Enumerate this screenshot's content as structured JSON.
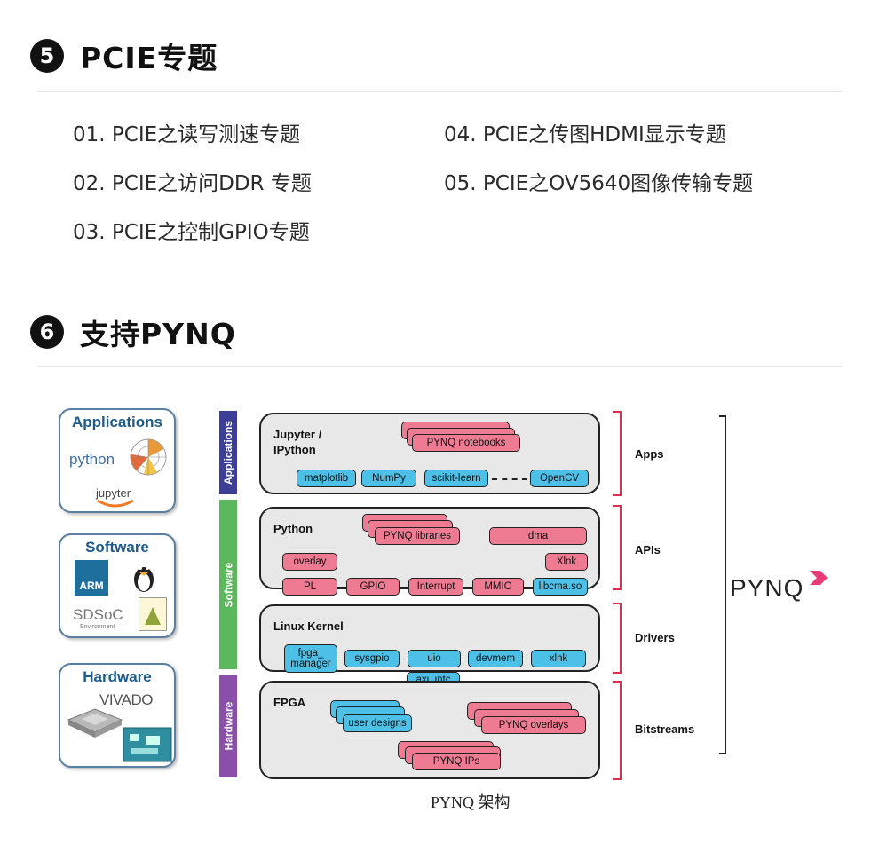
{
  "section5": {
    "number": "5",
    "title": "PCIE专题",
    "topics": [
      "01. PCIE之读写测速专题",
      "02. PCIE之访问DDR 专题",
      "03. PCIE之控制GPIO专题",
      "04. PCIE之传图HDMI显示专题",
      "05. PCIE之OV5640图像传输专题"
    ]
  },
  "section6": {
    "number": "6",
    "title": "支持PYNQ"
  },
  "diagram": {
    "categories": [
      {
        "title": "Applications",
        "logos": [
          "python",
          "jupyter"
        ]
      },
      {
        "title": "Software",
        "logos": [
          "ARM",
          "SDSoC",
          "Environment"
        ]
      },
      {
        "title": "Hardware",
        "logos": [
          "VIVADO"
        ]
      }
    ],
    "side_labels": [
      "Applications",
      "Software",
      "Hardware"
    ],
    "layers": {
      "jupyter": {
        "title_line1": "Jupyter /",
        "title_line2": "IPython",
        "notebooks": "PYNQ notebooks",
        "libs": [
          "matplotlib",
          "NumPy",
          "scikit-learn",
          "OpenCV"
        ]
      },
      "python": {
        "title": "Python",
        "libraries": "PYNQ libraries",
        "dma": "dma",
        "overlay": "overlay",
        "xlnk": "Xlnk",
        "chain": [
          "PL",
          "GPIO",
          "Interrupt",
          "MMIO",
          "libcma.so"
        ]
      },
      "kernel": {
        "title": "Linux Kernel",
        "drivers": [
          "fpga_\nmanager",
          "sysgpio",
          "uio",
          "devmem",
          "xlnk"
        ],
        "axi": "axi_intc"
      },
      "fpga": {
        "title": "FPGA",
        "user_designs": "user designs",
        "overlays": "PYNQ overlays",
        "ips": "PYNQ IPs"
      }
    },
    "braces": [
      "Apps",
      "APIs",
      "Drivers",
      "Bitstreams"
    ],
    "brand": "PYNQ",
    "caption": "PYNQ 架构",
    "colors": {
      "pink": "#ef7b93",
      "blue": "#4dc0e8",
      "applications_bar": "#3d3f96",
      "software_bar": "#5cb85c",
      "hardware_bar": "#8a4fa8",
      "brace": "#d9324d"
    }
  }
}
